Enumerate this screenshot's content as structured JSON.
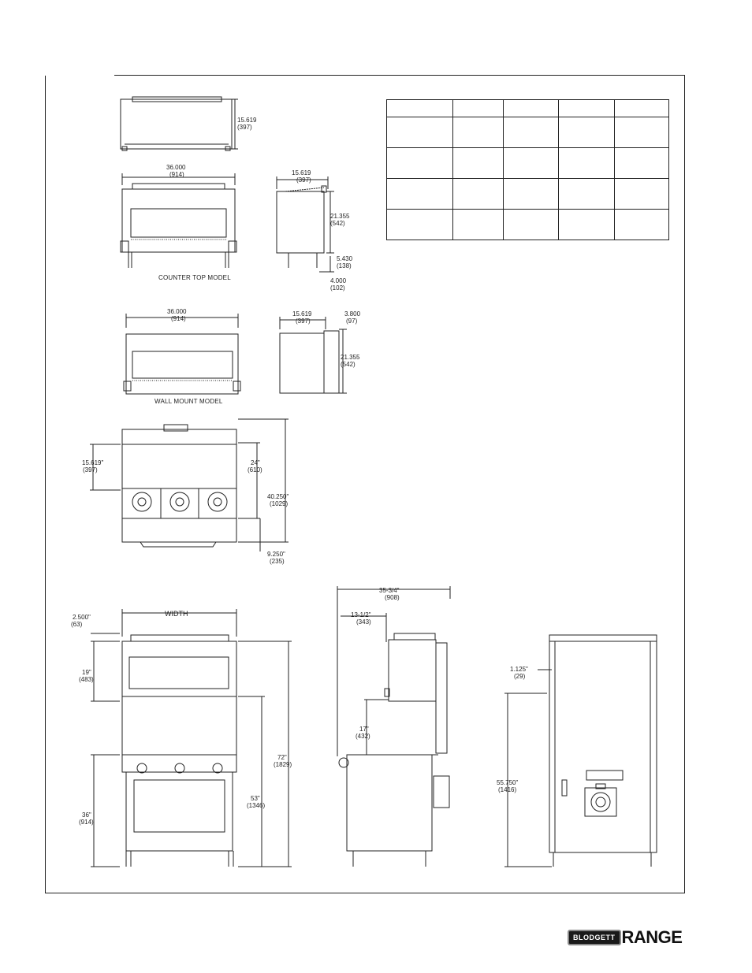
{
  "views": {
    "counter_top_front": {
      "width": "36.000",
      "width_mm": "(914)",
      "caption": "COUNTER TOP MODEL"
    },
    "counter_top_top": {
      "depth": "15.619",
      "depth_mm": "(397)"
    },
    "counter_top_side": {
      "depth": "15.619",
      "depth_mm": "(397)",
      "height": "21.355",
      "height_mm": "(542)",
      "leg": "5.430",
      "leg_mm": "(138)",
      "foot": "4.000",
      "foot_mm": "(102)"
    },
    "wall_mount_front": {
      "width": "36.000",
      "width_mm": "(914)",
      "caption": "WALL MOUNT MODEL"
    },
    "wall_mount_side": {
      "depth": "15.619",
      "depth_mm": "(397)",
      "bracket": "3.800",
      "bracket_mm": "(97)",
      "height": "21.355",
      "height_mm": "(542)"
    },
    "range_mount": {
      "depth": "15.619\"",
      "depth_mm": "(397)",
      "height": "24\"",
      "height_mm": "(610)",
      "overall": "40.250\"",
      "overall_mm": "(1029)",
      "base": "9.250\"",
      "base_mm": "(235)"
    },
    "full_front": {
      "width": "WIDTH",
      "top": "2.500\"",
      "top_mm": "(63)",
      "broiler": "19\"",
      "broiler_mm": "(483)",
      "total": "72\"",
      "total_mm": "(1829)",
      "mid": "53\"",
      "mid_mm": "(1346)",
      "range_h": "36\"",
      "range_h_mm": "(914)"
    },
    "full_side": {
      "depth": "35-3/4\"",
      "depth_mm": "(908)",
      "offset": "13-1/2\"",
      "offset_mm": "(343)",
      "clear": "17\"",
      "clear_mm": "(432)"
    },
    "full_rear": {
      "step": "1.125\"",
      "step_mm": "(29)",
      "height": "55.750\"",
      "height_mm": "(1416)"
    }
  },
  "spec_table": {
    "columns": 5,
    "rows": 4
  },
  "logo": {
    "badge": "BLODGETT",
    "word": "RANGE"
  }
}
